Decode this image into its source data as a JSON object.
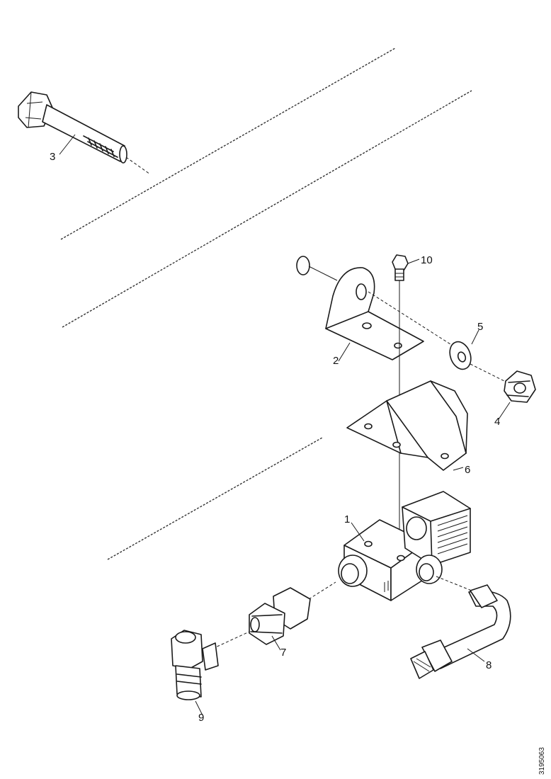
{
  "callouts": {
    "c1": "1",
    "c2": "2",
    "c3": "3",
    "c4": "4",
    "c5": "5",
    "c6": "6",
    "c7": "7",
    "c8": "8",
    "c9": "9",
    "c10": "10"
  },
  "drawing_ref": "3195063",
  "colors": {
    "line": "#1a1a1a",
    "background": "#ffffff"
  }
}
